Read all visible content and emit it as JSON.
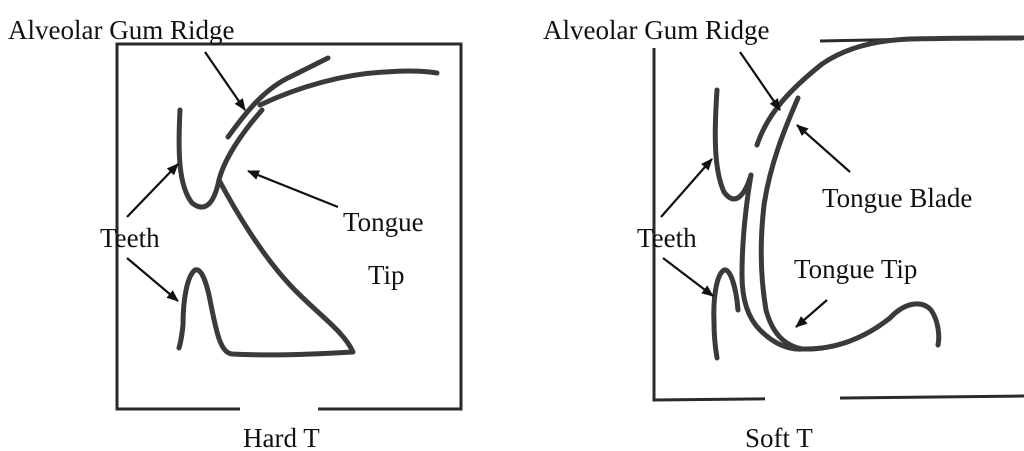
{
  "panels": {
    "hard": {
      "alveolar_label": "Alveolar Gum Ridge",
      "teeth_label": "Teeth",
      "tongue_tip_line1": "Tongue",
      "tongue_tip_line2": "Tip",
      "caption": "Hard T"
    },
    "soft": {
      "alveolar_label": "Alveolar Gum Ridge",
      "teeth_label": "Teeth",
      "tongue_blade_label": "Tongue Blade",
      "tongue_tip_label": "Tongue Tip",
      "caption": "Soft T"
    }
  },
  "colors": {
    "line": "#3a3a3a",
    "text": "#111111",
    "background": "#ffffff"
  }
}
